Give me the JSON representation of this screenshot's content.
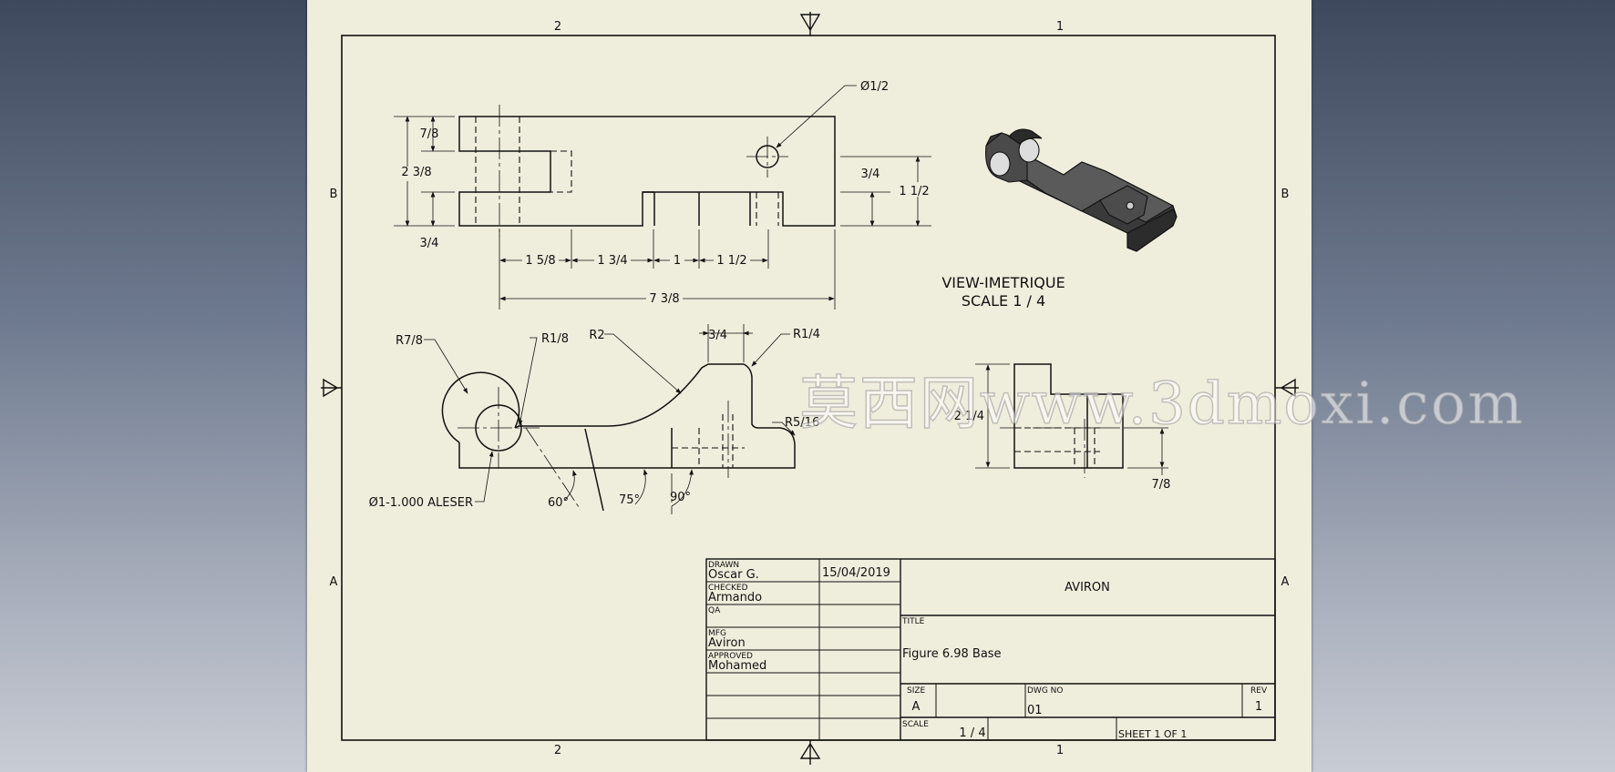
{
  "zone_labels": {
    "top_left": "2",
    "top_right": "1",
    "bottom_left": "2",
    "bottom_right": "1",
    "left_upper": "B",
    "left_lower": "A",
    "right_upper": "B",
    "right_lower": "A"
  },
  "front_view_dims": {
    "d_7_8_top": "7/8",
    "d_2_3_8": "2 3/8",
    "d_3_4_bottom": "3/4",
    "hole_dia": "Ø1/2",
    "d_3_4_right": "3/4",
    "d_1_1_2_right": "1 1/2",
    "d_1_5_8": "1 5/8",
    "d_1_3_4": "1 3/4",
    "d_1": "1",
    "d_1_1_2_bottom": "1 1/2",
    "d_7_3_8": "7 3/8"
  },
  "top_view_dims": {
    "r_7_8": "R7/8",
    "r_1_8": "R1/8",
    "r_2": "R2",
    "d_3_4": "3/4",
    "r_1_4": "R1/4",
    "r_5_16": "R5/16",
    "bore": "Ø1-1.000 ALESER",
    "a_60": "60°",
    "a_75": "75°",
    "a_90": "90°"
  },
  "side_view_dims": {
    "d_2_1_4": "2 1/4",
    "d_7_8": "7/8"
  },
  "iso_view": {
    "title": "VIEW-IMETRIQUE",
    "scale": "SCALE 1 / 4"
  },
  "title_block": {
    "drawn_label": "DRAWN",
    "drawn_name": "Oscar G.",
    "drawn_date": "15/04/2019",
    "checked_label": "CHECKED",
    "checked_name": "Armando",
    "qa_label": "QA",
    "mfg_label": "MFG",
    "mfg_name": "Aviron",
    "approved_label": "APPROVED",
    "approved_name": "Mohamed",
    "company": "AVIRON",
    "title_label": "TITLE",
    "title": "Figure 6.98 Base",
    "size_label": "SIZE",
    "size": "A",
    "dwg_no_label": "DWG NO",
    "dwg_no": "01",
    "rev_label": "REV",
    "rev": "1",
    "scale_label": "SCALE",
    "scale": "1 / 4",
    "sheet": "SHEET 1  OF 1"
  },
  "watermark": "莫西网www.3dmoxi.com",
  "colors": {
    "paper": "#efeddc",
    "line": "#111111",
    "background": "#6f7b90"
  }
}
